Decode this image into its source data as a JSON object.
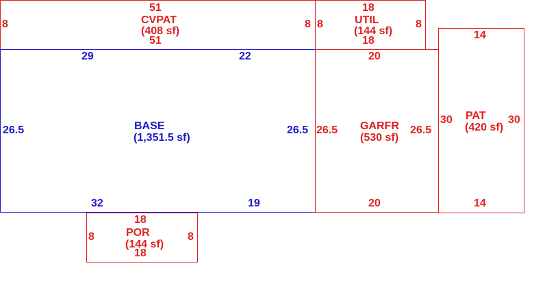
{
  "colors": {
    "addition": "#e02020",
    "base": "#1a1ac8",
    "background": "#ffffff"
  },
  "areas": {
    "cvpat": {
      "name": "CVPAT",
      "size": "(408 sf)",
      "top": "51",
      "bottom": "51",
      "left": "8",
      "right": "8"
    },
    "util": {
      "name": "UTIL",
      "size": "(144 sf)",
      "top": "18",
      "bottom": "18",
      "left": "8",
      "right": "8"
    },
    "base": {
      "name": "BASE",
      "size": "(1,351.5 sf)",
      "top_left": "29",
      "top_right": "22",
      "bottom_left": "32",
      "bottom_right": "19",
      "left": "26.5",
      "right": "26.5"
    },
    "garfr": {
      "name": "GARFR",
      "size": "(530 sf)",
      "top": "20",
      "bottom": "20",
      "left": "26.5",
      "right": "26.5"
    },
    "pat": {
      "name": "PAT",
      "size": "(420 sf)",
      "top": "14",
      "bottom": "14",
      "left": "30",
      "right": "30"
    },
    "por": {
      "name": "POR",
      "size": "(144 sf)",
      "top": "18",
      "bottom": "18",
      "left": "8",
      "right": "8"
    }
  }
}
